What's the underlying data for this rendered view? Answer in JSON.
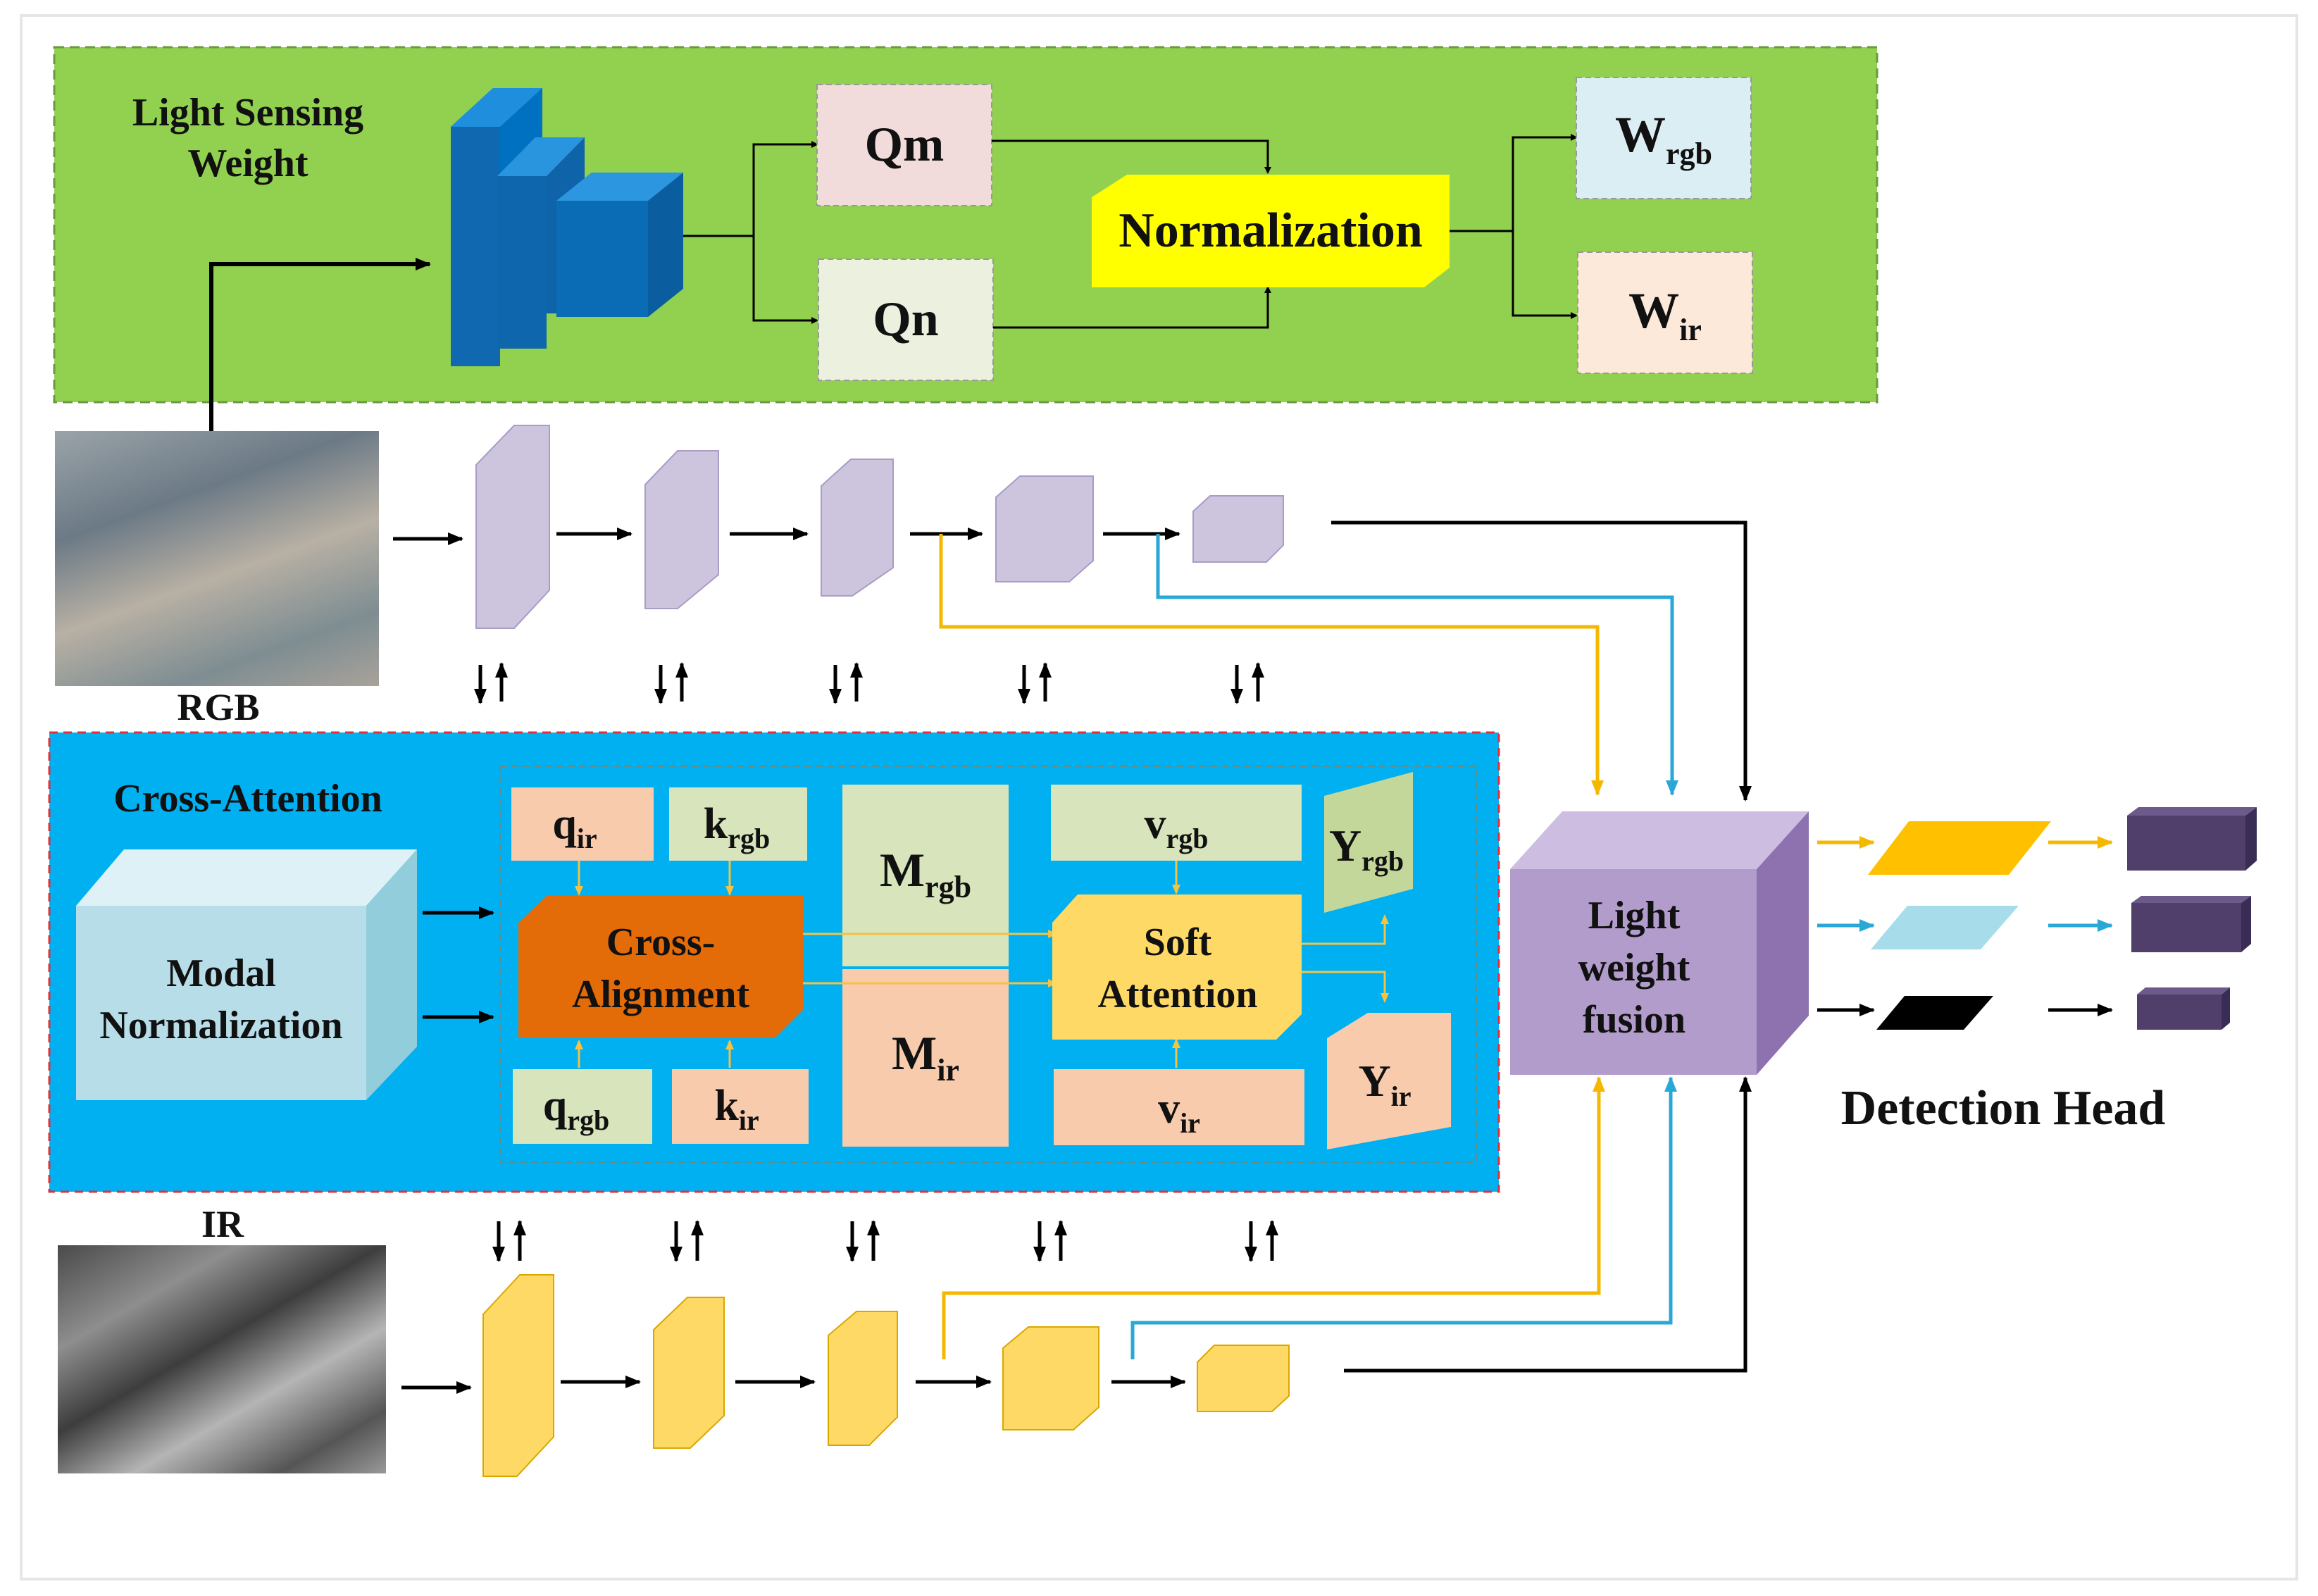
{
  "lsw": {
    "title_line1": "Light Sensing",
    "title_line2": "Weight",
    "qm": "Qm",
    "qn": "Qn",
    "norm": "Normalization",
    "w_rgb_main": "W",
    "w_rgb_sub": "rgb",
    "w_ir_main": "W",
    "w_ir_sub": "ir"
  },
  "inputs": {
    "rgb_label": "RGB",
    "ir_label": "IR"
  },
  "ca": {
    "title": "Cross-Attention",
    "modal_line1": "Modal",
    "modal_line2": "Normalization",
    "q_ir_main": "q",
    "q_ir_sub": "ir",
    "k_rgb_main": "k",
    "k_rgb_sub": "rgb",
    "q_rgb_main": "q",
    "q_rgb_sub": "rgb",
    "k_ir_main": "k",
    "k_ir_sub": "ir",
    "cross_line1": "Cross-",
    "cross_line2": "Alignment",
    "m_rgb_main": "M",
    "m_rgb_sub": "rgb",
    "m_ir_main": "M",
    "m_ir_sub": "ir",
    "v_rgb_main": "v",
    "v_rgb_sub": "rgb",
    "v_ir_main": "v",
    "v_ir_sub": "ir",
    "soft_line1": "Soft",
    "soft_line2": "Attention",
    "y_rgb_main": "Y",
    "y_rgb_sub": "rgb",
    "y_ir_main": "Y",
    "y_ir_sub": "ir"
  },
  "fusion": {
    "line1": "Light",
    "line2": "weight",
    "line3": "fusion"
  },
  "head": {
    "label": "Detection Head"
  },
  "colors": {
    "green_panel": "#92D050",
    "blue_panel": "#00B0F0",
    "rgb_feature": "#CDC5DD",
    "ir_feature": "#FFD966",
    "yellow_arrow": "#F5B800",
    "cyan_arrow": "#29A8D8",
    "orange": "#E36C09",
    "dark_block": "#4F3F6A"
  }
}
